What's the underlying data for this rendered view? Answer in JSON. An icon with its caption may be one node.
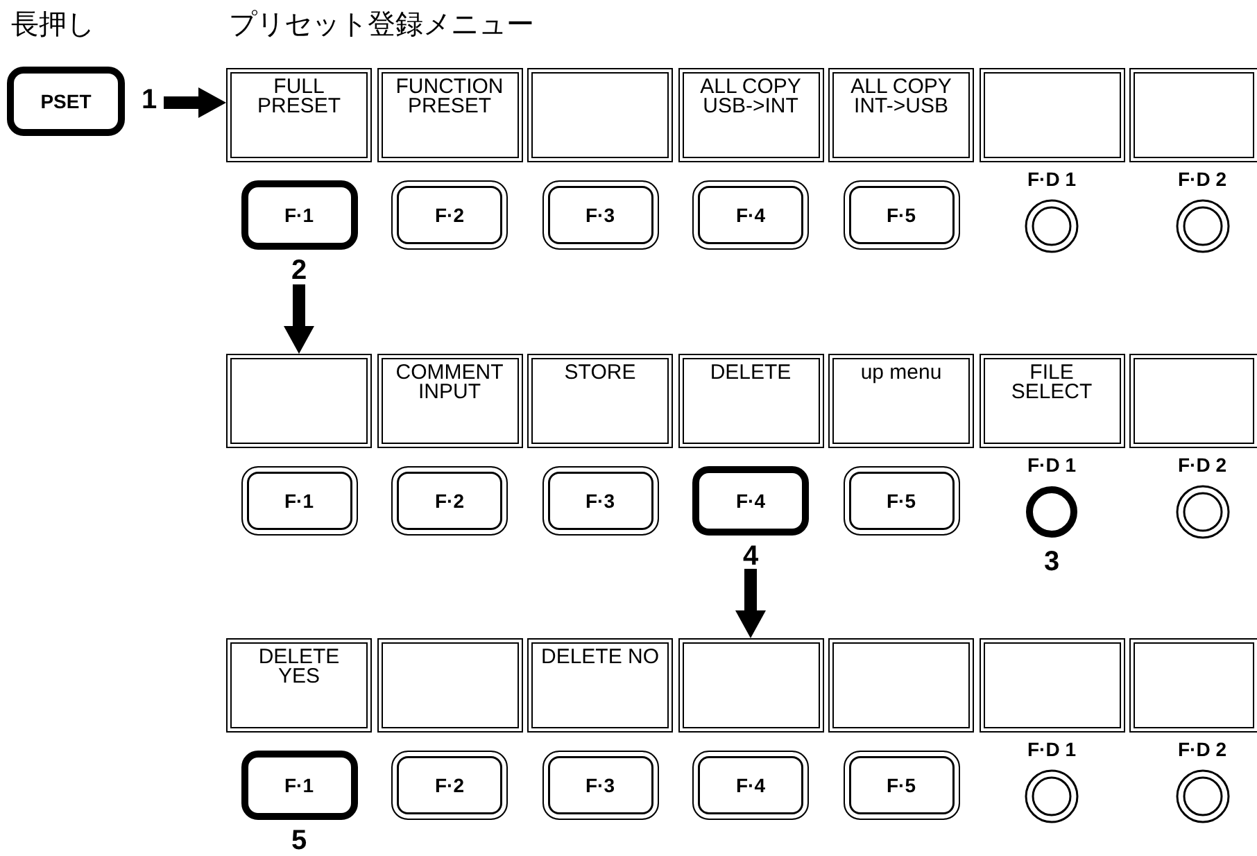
{
  "diagram": {
    "title": "プリセット登録メニュー",
    "nodes": [
      {
        "text": [
          "PSET"
        ],
        "beside": [
          "1"
        ]
      },
      {
        "text": [
          "FULL PRESET"
        ]
      },
      {
        "text": [
          "FUNCTION PRESET"
        ]
      },
      {
        "text": [],
        "shape": "box"
      },
      {
        "text": [
          "ALL COPY USB->INT"
        ]
      },
      {
        "text": [
          "ALL COPY INT->USB"
        ]
      },
      {
        "text": [],
        "shape": "box"
      },
      {
        "text": [],
        "shape": "box"
      },
      {
        "text": [
          "F·1"
        ],
        "beside": [
          "2"
        ]
      },
      {
        "text": [
          "F·2"
        ]
      },
      {
        "text": [
          "F·3"
        ]
      },
      {
        "text": [
          "F·4"
        ]
      },
      {
        "text": [
          "F·5"
        ]
      },
      {
        "text": [
          "F·D 1"
        ]
      },
      {
        "text": [
          "F·D 2"
        ]
      },
      {
        "text": [],
        "shape": "box"
      },
      {
        "text": [
          "COMMENT INPUT"
        ]
      },
      {
        "text": [
          "STORE"
        ]
      },
      {
        "text": [
          "DELETE"
        ]
      },
      {
        "text": [
          "up menu"
        ]
      },
      {
        "text": [
          "FILE SELECT"
        ]
      },
      {
        "text": [],
        "shape": "box"
      },
      {
        "text": [
          "F·1"
        ]
      },
      {
        "text": [
          "F·2"
        ]
      },
      {
        "text": [
          "F·3"
        ]
      },
      {
        "text": [
          "F·4"
        ],
        "beside": [
          "4"
        ]
      },
      {
        "text": [
          "F·5"
        ]
      },
      {
        "text": [
          "F·D 1"
        ],
        "beside": [
          "3"
        ]
      },
      {
        "text": [
          "F·D 2"
        ]
      },
      {
        "text": [
          "DELETE YES"
        ]
      },
      {
        "text": [],
        "shape": "box"
      },
      {
        "text": [
          "DELETE NO"
        ]
      },
      {
        "text": [],
        "shape": "box"
      },
      {
        "text": [],
        "shape": "box"
      },
      {
        "text": [],
        "shape": "box"
      },
      {
        "text": [],
        "shape": "box"
      },
      {
        "text": [
          "F·1"
        ],
        "beside": [
          "5"
        ]
      },
      {
        "text": [
          "F·2"
        ]
      },
      {
        "text": [
          "F·3"
        ]
      },
      {
        "text": [
          "F·4"
        ]
      },
      {
        "text": [
          "F·5"
        ]
      },
      {
        "text": [
          "F·D 1"
        ]
      },
      {
        "text": [
          "F·D 2"
        ]
      }
    ],
    "edges": [
      {
        "from": 0,
        "to": 1,
        "arrow": "to"
      },
      {
        "from": 8,
        "to": 15,
        "arrow": "to"
      },
      {
        "from": 25,
        "to": 32,
        "arrow": "to"
      }
    ],
    "labels": [
      "長押し"
    ]
  }
}
